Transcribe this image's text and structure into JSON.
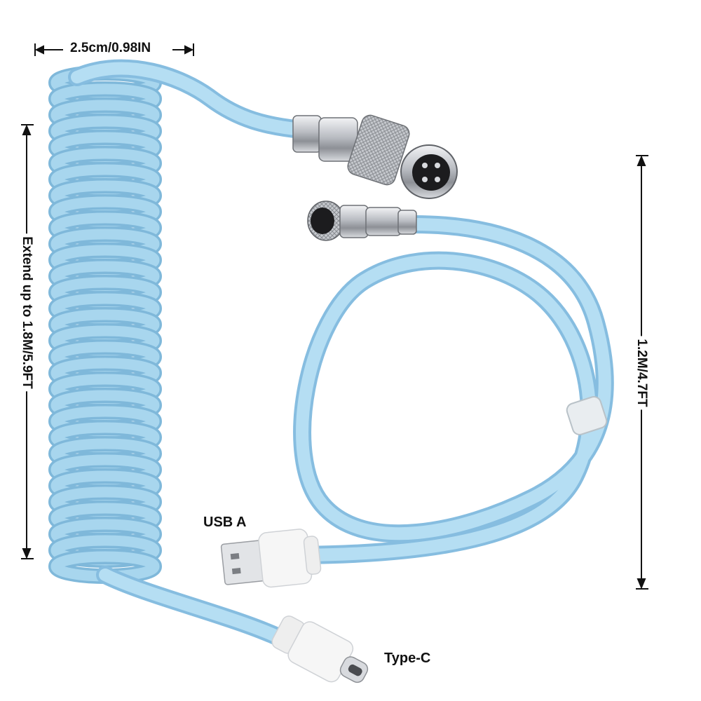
{
  "labels": {
    "coil_width": "2.5cm/0.98IN",
    "coil_extend": "Extend up to 1.8M/5.9FT",
    "cable_length": "1.2M/4.7FT",
    "usb_a": "USB A",
    "type_c": "Type-C"
  },
  "colors": {
    "cable": "#a8d6ee",
    "cable_dark": "#7fb8da",
    "connector_white": "#f4f4f4",
    "metal": "#c9ccd1",
    "text": "#111111"
  }
}
